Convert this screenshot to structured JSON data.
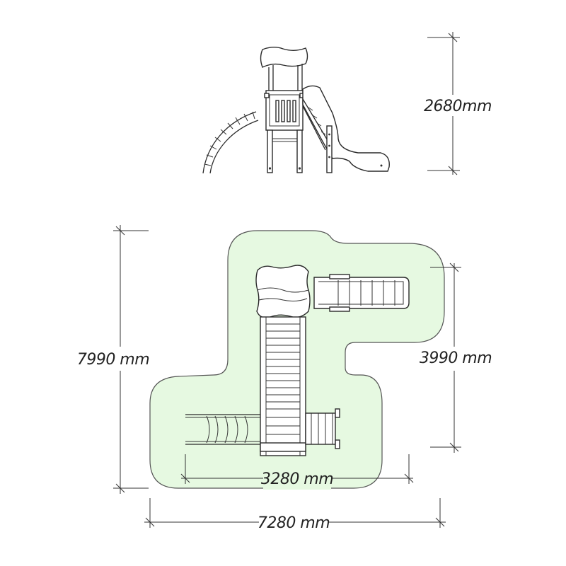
{
  "dimensions": {
    "height_side": "2680mm",
    "depth_total": "7990 mm",
    "depth_partial": "3990 mm",
    "width_inner": "3280 mm",
    "width_total": "7280 mm"
  },
  "colors": {
    "safety_zone_fill": "#e6f9e1",
    "safety_zone_stroke": "#555555",
    "line": "#2a2a2a"
  }
}
